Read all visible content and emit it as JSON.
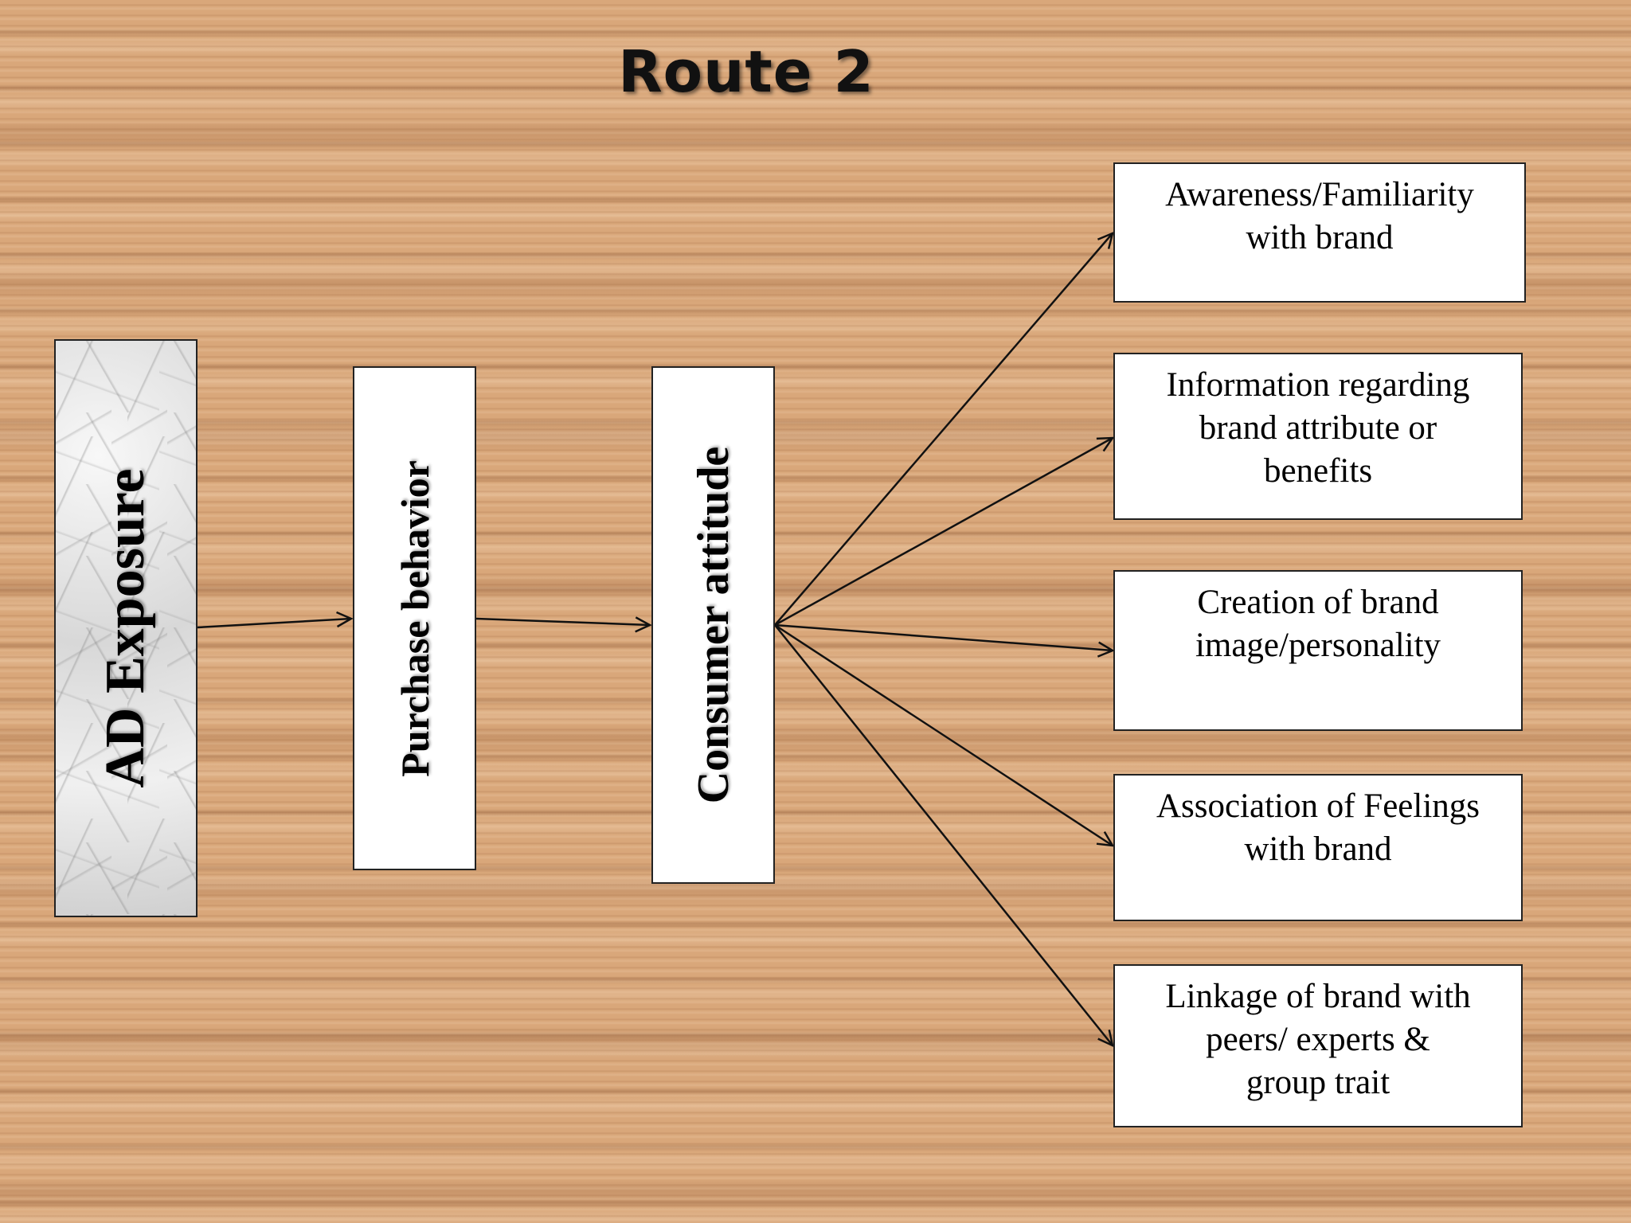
{
  "title": "Route 2",
  "flow": {
    "ad_exposure": "AD Exposure",
    "purchase_behavior": "Purchase behavior",
    "consumer_attitude": "Consumer attitude"
  },
  "outcomes": [
    {
      "lines": [
        "Awareness/Familiarity",
        "with brand"
      ]
    },
    {
      "lines": [
        "Information regarding",
        "brand attribute or",
        "benefits"
      ]
    },
    {
      "lines": [
        "Creation of brand",
        "image/personality"
      ]
    },
    {
      "lines": [
        "Association of Feelings",
        "with brand"
      ]
    },
    {
      "lines": [
        "Linkage of brand with",
        "peers/ experts &",
        "group trait"
      ]
    }
  ]
}
